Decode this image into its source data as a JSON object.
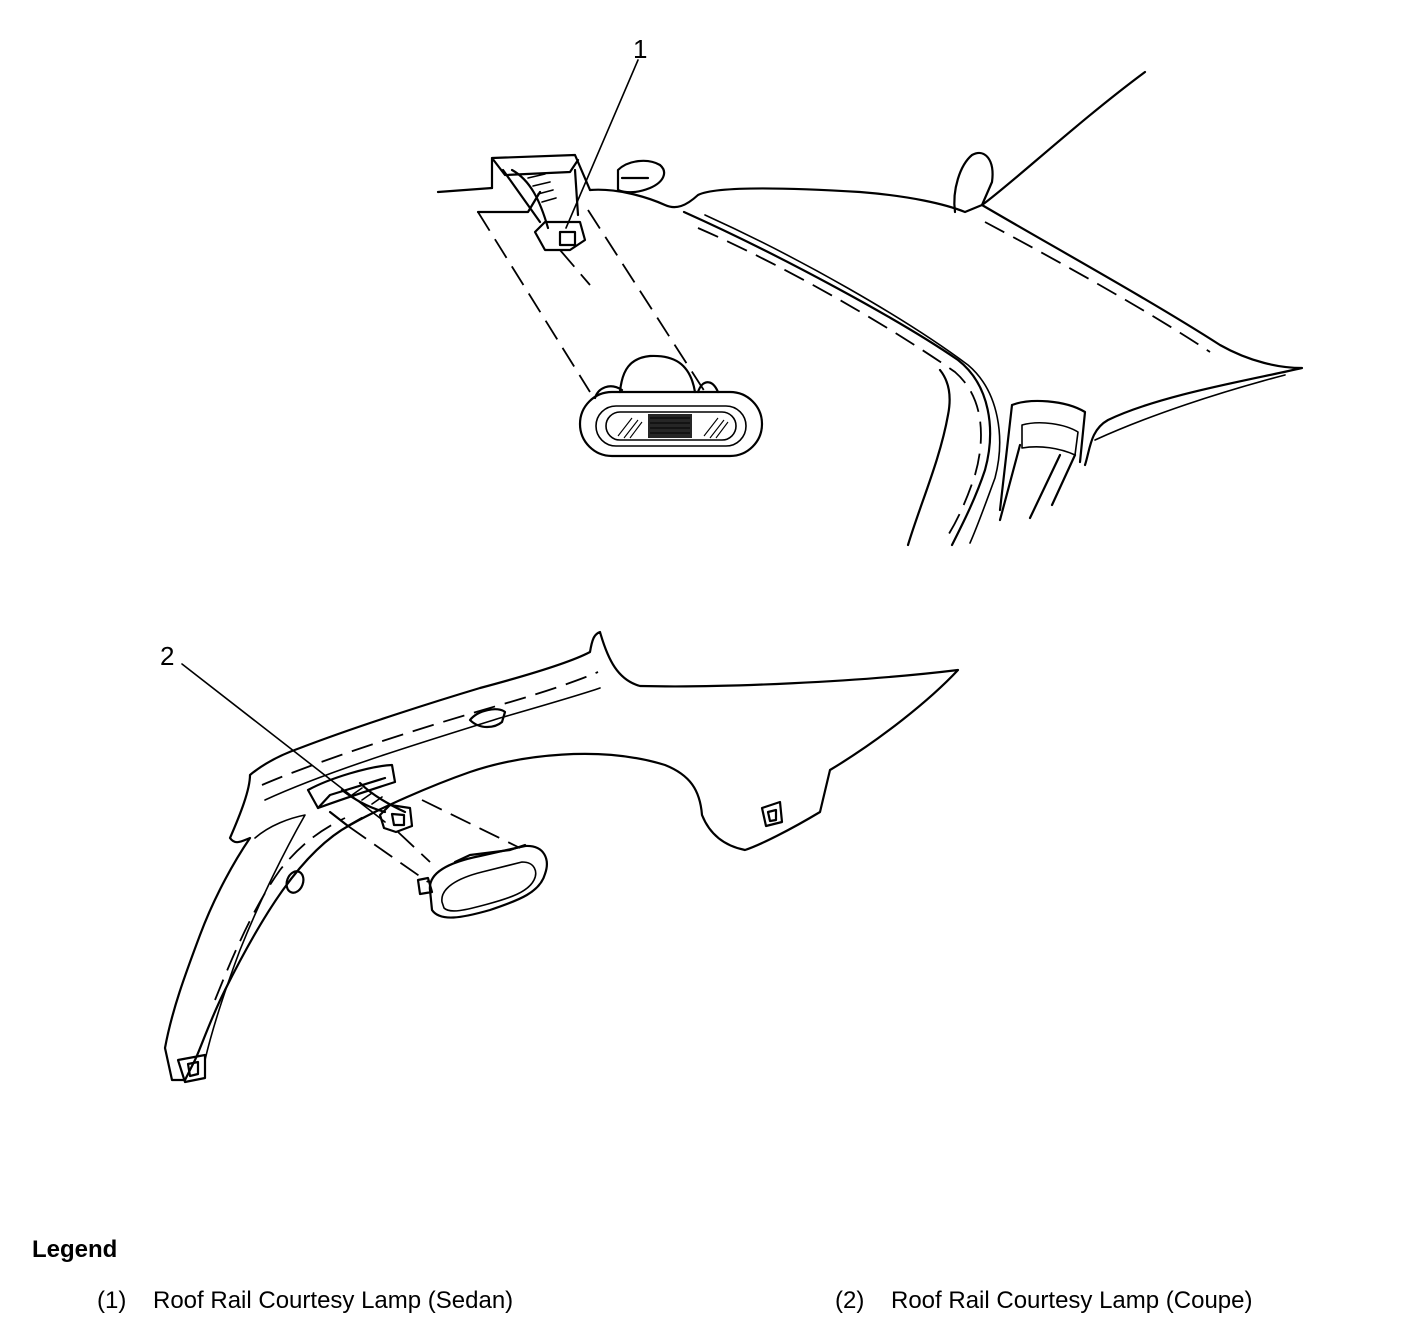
{
  "callouts": {
    "one": "1",
    "two": "2"
  },
  "legend": {
    "title": "Legend",
    "items": [
      {
        "number": "(1)",
        "label": "Roof Rail Courtesy Lamp (Sedan)"
      },
      {
        "number": "(2)",
        "label": "Roof Rail Courtesy Lamp (Coupe)"
      }
    ]
  }
}
